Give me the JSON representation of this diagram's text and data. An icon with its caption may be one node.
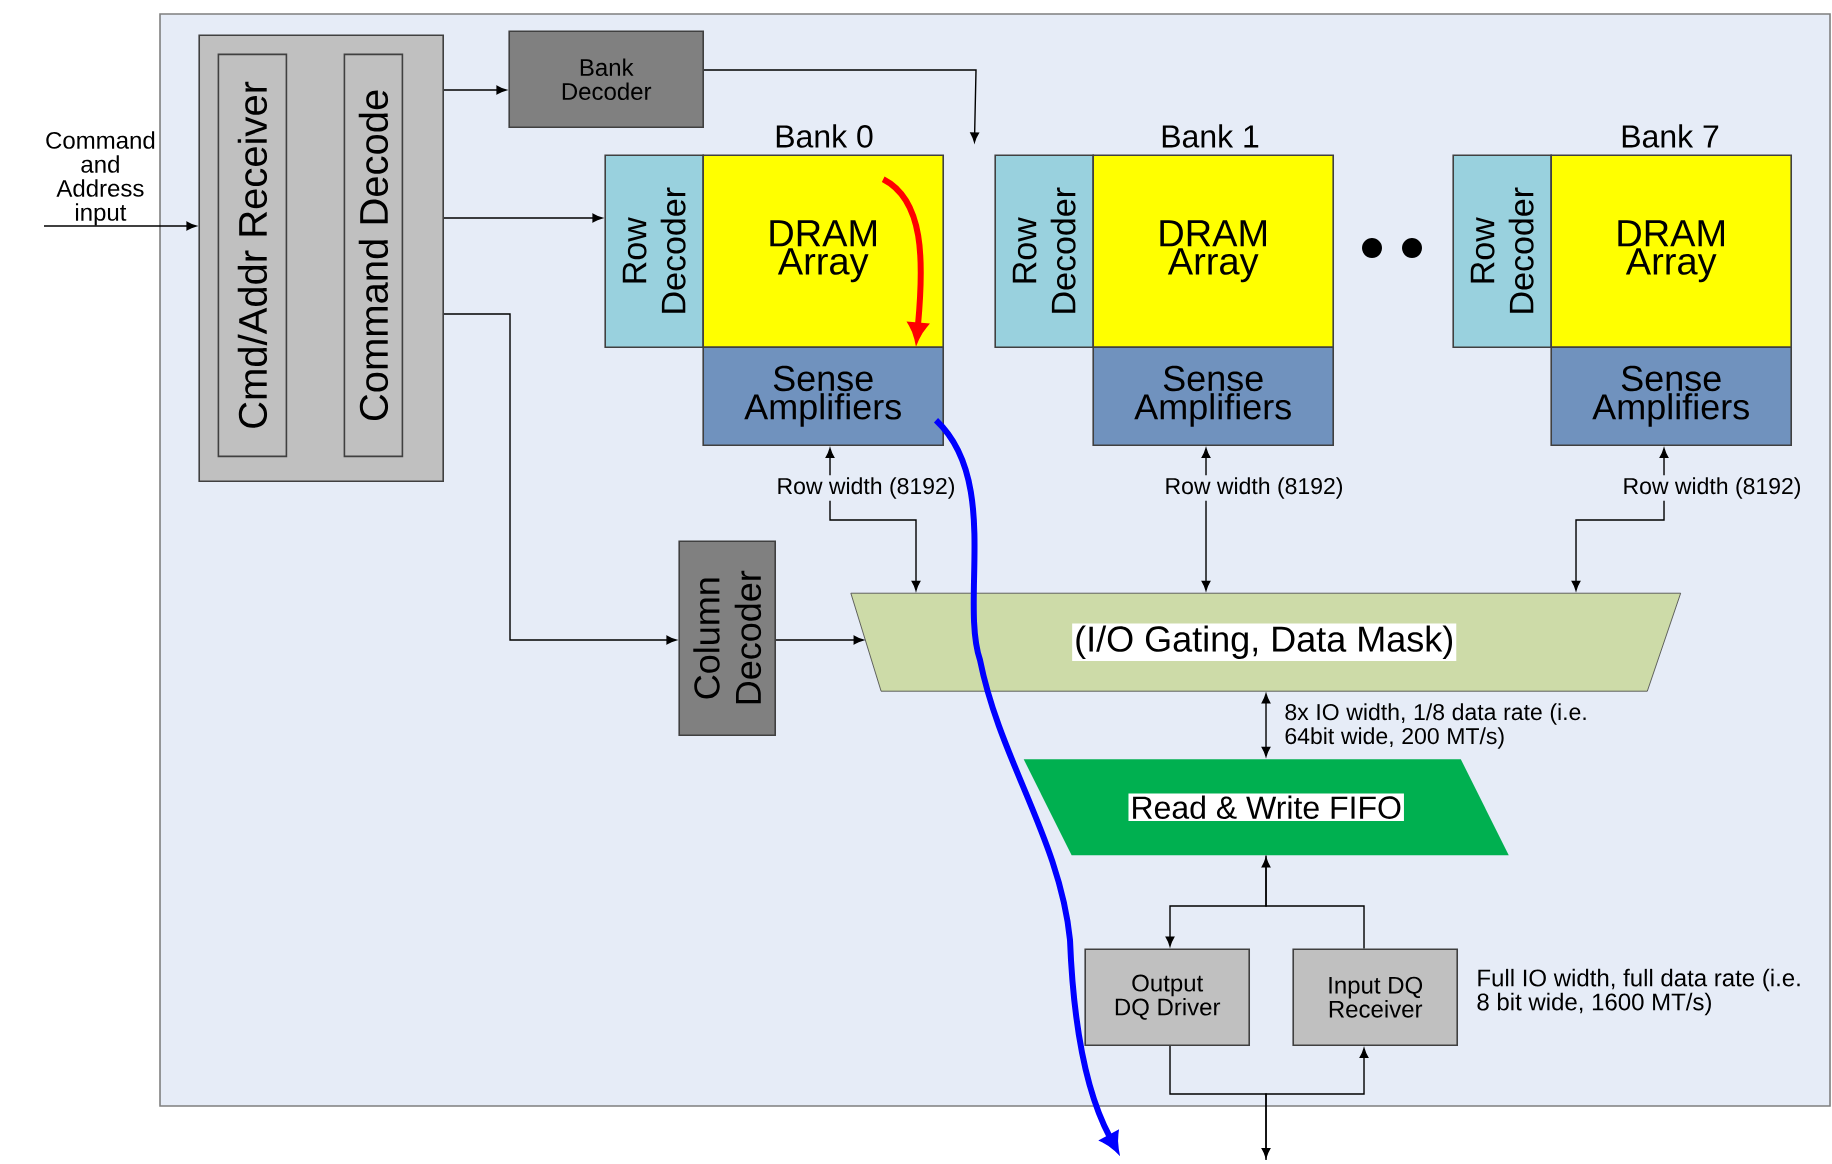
{
  "diagram": {
    "nodes": [
      {
        "text": [],
        "shape": "box"
      },
      {
        "text": [
          "Command and Address input"
        ]
      },
      {
        "text": [],
        "shape": "box",
        "in": 0
      },
      {
        "text": [
          "Cmd/Addr Receiver"
        ],
        "in": 2
      },
      {
        "text": [
          "Command Decode"
        ],
        "in": 2
      },
      {
        "text": [
          "Bank Decoder"
        ],
        "in": 0
      },
      {
        "text": [
          "Row Decoder"
        ],
        "in": 0
      },
      {
        "text": [
          "DRAM Array"
        ],
        "in": 0
      },
      {
        "text": [
          "Sense Amplifiers"
        ],
        "in": 0
      },
      {
        "text": [
          "Row Decoder"
        ],
        "in": 0
      },
      {
        "text": [
          "DRAM Array"
        ],
        "in": 0
      },
      {
        "text": [
          "Sense Amplifiers"
        ],
        "in": 0
      },
      {
        "text": [
          "Row Decoder"
        ],
        "in": 0
      },
      {
        "text": [
          "DRAM Array"
        ],
        "in": 0
      },
      {
        "text": [
          "Sense Amplifiers"
        ],
        "in": 0
      },
      {
        "text": [
          "Column Decoder"
        ],
        "in": 0
      },
      {
        "text": [
          "(I/O Gating, Data Mask)"
        ],
        "in": 0
      },
      {
        "text": [
          "Read & Write FIFO"
        ],
        "in": 0
      },
      {
        "text": [
          "Output DQ Driver"
        ],
        "in": 0
      },
      {
        "text": [
          "Input DQ Receiver"
        ],
        "in": 0,
        "beside": [
          "Full IO width, full data rate (i.e. 8 bit wide, 1600 MT/s)"
        ]
      }
    ],
    "edges": [
      {
        "from": 1,
        "to": 2,
        "arrow": "to"
      },
      {
        "from": 2,
        "to": 5,
        "arrow": "to"
      },
      {
        "from": 2,
        "to": 6,
        "arrow": "to"
      },
      {
        "from": 2,
        "to": 15,
        "arrow": "to"
      },
      {
        "from": 5,
        "to": 9,
        "arrow": "to"
      },
      {
        "from": 7,
        "to": 8,
        "arrow": "to",
        "style": "thick",
        "color": "#ff0000"
      },
      {
        "from": 8,
        "to": null,
        "arrow": "to",
        "style": "thick",
        "color": "#0000ff"
      },
      {
        "from": 16,
        "to": 8,
        "arrow": "both",
        "label": "Row width (8192)"
      },
      {
        "from": 16,
        "to": 11,
        "arrow": "both",
        "label": "Row width (8192)"
      },
      {
        "from": 16,
        "to": 14,
        "arrow": "both",
        "label": "Row width (8192)"
      },
      {
        "from": 15,
        "to": 16,
        "arrow": "to"
      },
      {
        "from": 16,
        "to": 17,
        "arrow": "both",
        "label": "8x IO width, 1/8 data rate (i.e. 64bit wide, 200 MT/s)"
      },
      {
        "from": 17,
        "to": 18,
        "arrow": "to"
      },
      {
        "from": 19,
        "to": 17,
        "arrow": "to"
      },
      {
        "from": 18,
        "to": null,
        "arrow": "to"
      },
      {
        "from": null,
        "to": 19,
        "arrow": "to"
      }
    ],
    "labels": [
      "Bank 0",
      "Bank 1",
      "Bank 7"
    ]
  }
}
